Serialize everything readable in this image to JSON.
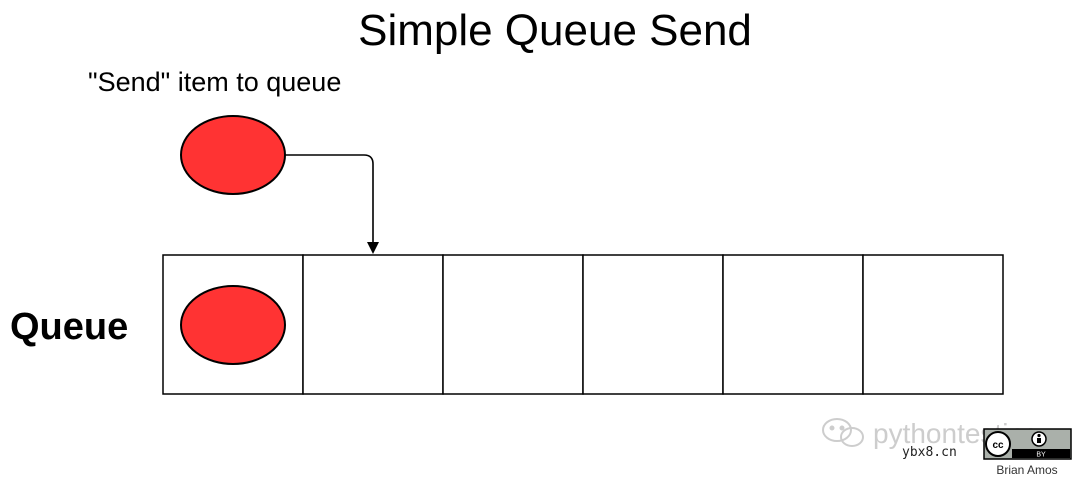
{
  "title": "Simple Queue Send",
  "send_caption": "\"Send\" item to queue",
  "queue_label": "Queue",
  "queue": {
    "slot_count": 6,
    "occupied_slots": [
      1
    ]
  },
  "colors": {
    "item_fill": "#ff3333",
    "item_stroke": "#000000",
    "queue_stroke": "#000000",
    "arrow": "#000000",
    "watermark": "#c8c8c8"
  },
  "watermark": {
    "brand_text": "pythontesting",
    "icon": "wechat-icon"
  },
  "site_text": "ybx8.cn",
  "license": {
    "badge_text": "BY",
    "icon": "creative-commons-icon",
    "author": "Brian Amos"
  }
}
